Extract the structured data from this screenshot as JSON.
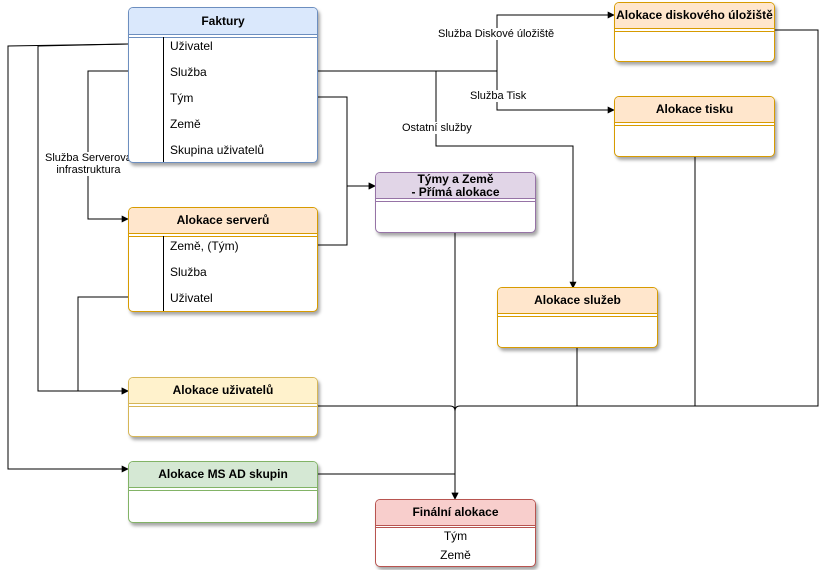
{
  "tables": {
    "faktury": {
      "title": "Faktury",
      "rows": [
        "Uživatel",
        "Služba",
        "Tým",
        "Země",
        "Skupina uživatelů"
      ]
    },
    "servery": {
      "title": "Alokace serverů",
      "rows": [
        "Země, (Tým)",
        "Služba",
        "Uživatel"
      ]
    },
    "uzivatele": {
      "title": "Alokace uživatelů"
    },
    "msad": {
      "title": "Alokace MS AD skupin"
    },
    "tymy": {
      "title_line1": "Týmy a Země",
      "title_line2": "- Přímá alokace"
    },
    "uloziste": {
      "title": "Alokace diskového úložiště"
    },
    "tisk": {
      "title": "Alokace tisku"
    },
    "sluzby": {
      "title": "Alokace služeb"
    },
    "finalni": {
      "title": "Finální alokace",
      "rows": [
        "Tým",
        "Země"
      ]
    }
  },
  "edge_labels": {
    "disk": "Služba Diskové úložiště",
    "tisk": "Služba Tisk",
    "ostatni": "Ostatní služby",
    "server_line1": "Služba Serverová",
    "server_line2": "infrastruktura"
  },
  "colors": {
    "blue_header": "#dae8fc",
    "blue_border": "#6c8ebf",
    "orange_header": "#ffe6cc",
    "orange_border": "#d79b00",
    "yellow_header": "#fff2cc",
    "yellow_border": "#d6b656",
    "green_header": "#d5e8d4",
    "green_border": "#82b366",
    "purple_header": "#e1d5e7",
    "purple_border": "#9673a6",
    "red_header": "#f8cecc",
    "red_border": "#b85450"
  }
}
